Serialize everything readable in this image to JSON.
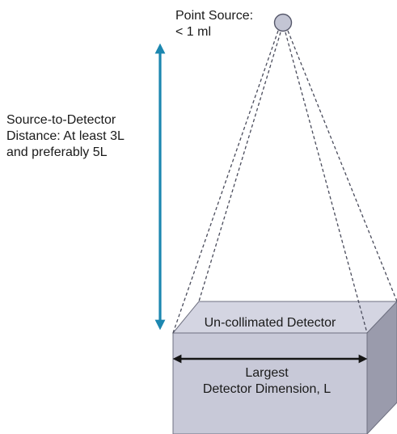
{
  "source": {
    "lines": [
      "Point Source:",
      "< 1 ml"
    ]
  },
  "distance": {
    "lines": [
      "Source-to-Detector",
      "Distance: At least 3L",
      "and preferably 5L"
    ]
  },
  "detector": {
    "label": "Un-collimated Detector"
  },
  "dimension": {
    "lines": [
      "Largest",
      "Detector Dimension, L"
    ]
  },
  "colors": {
    "source_fill": "#c3c5d4",
    "source_stroke": "#55576a",
    "ray_stroke": "#4a4c5c",
    "arrow": "#1c87b0",
    "box_front": "#c8c9d8",
    "box_top": "#d4d5e2",
    "box_side": "#9a9bac",
    "box_edge": "#6e7080",
    "dimension_arrow": "#151515"
  }
}
